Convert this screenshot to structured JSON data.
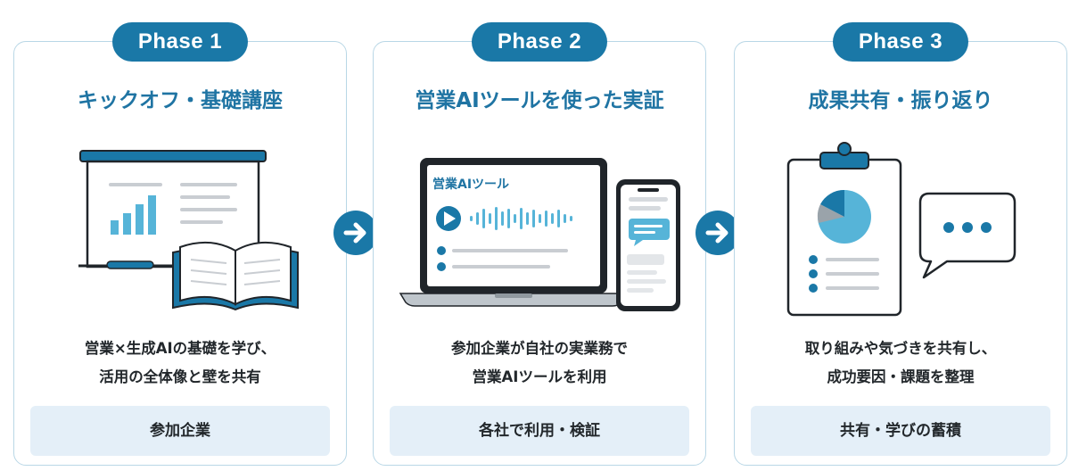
{
  "phases": [
    {
      "label": "Phase 1",
      "title": "キックオフ・基礎講座",
      "desc_line1": "営業×生成AIの基礎を学び、",
      "desc_line2": "活用の全体像と壁を共有",
      "footer": "参加企業"
    },
    {
      "label": "Phase 2",
      "title": "営業AIツールを使った実証",
      "desc_line1": "参加企業が自社の実業務で",
      "desc_line2": "営業AIツールを利用",
      "footer": "各社で利用・検証",
      "screen_label": "営業AIツール"
    },
    {
      "label": "Phase 3",
      "title": "成果共有・振り返り",
      "desc_line1": "取り組みや気づきを共有し、",
      "desc_line2": "成功要因・課題を整理",
      "footer": "共有・学びの蓄積"
    }
  ],
  "colors": {
    "accent": "#1a78a7",
    "title": "#1f74a3",
    "card_border": "#b9d7e6",
    "footer_bg": "#e4eff8",
    "icon_dark": "#20252a",
    "icon_light": "#56b4d8"
  },
  "icons": {
    "phase1": "presentation-board-icon",
    "phase1_book": "open-book-icon",
    "phase2": "laptop-icon",
    "phase2_phone": "smartphone-chat-icon",
    "phase3": "clipboard-pie-chart-icon",
    "phase3_bubble": "speech-bubble-icon",
    "arrow": "arrow-right-icon"
  }
}
